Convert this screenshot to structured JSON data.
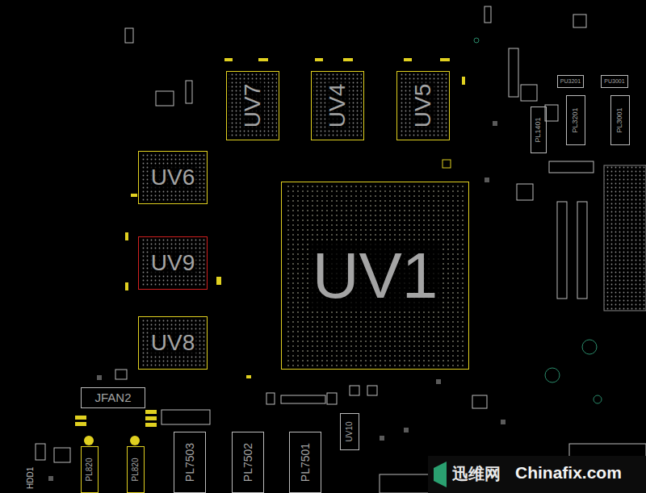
{
  "diagram": {
    "nodes": [
      {
        "text": [
          "UV7"
        ]
      },
      {
        "text": [
          "UV4"
        ]
      },
      {
        "text": [
          "UV5"
        ]
      },
      {
        "text": [
          "UV6"
        ]
      },
      {
        "text": [
          "UV9"
        ]
      },
      {
        "text": [
          "UV1"
        ]
      },
      {
        "text": [
          "UV8"
        ]
      },
      {
        "text": [
          "JFAN2"
        ]
      },
      {
        "text": [
          "PL820"
        ]
      },
      {
        "text": [
          "PL820"
        ]
      },
      {
        "text": [
          "PL7503"
        ]
      },
      {
        "text": [
          "PL7502"
        ]
      },
      {
        "text": [
          "PL7501"
        ]
      },
      {
        "text": [
          "UV10"
        ]
      },
      {
        "text": [
          "PL1401"
        ]
      },
      {
        "text": [
          "PL3201"
        ]
      },
      {
        "text": [
          "PL3001"
        ]
      },
      {
        "text": [
          "PU3201"
        ]
      },
      {
        "text": [
          "PU3001"
        ]
      }
    ],
    "labels": [
      "迅维网",
      "Chinafix.com",
      "HDD1"
    ]
  }
}
